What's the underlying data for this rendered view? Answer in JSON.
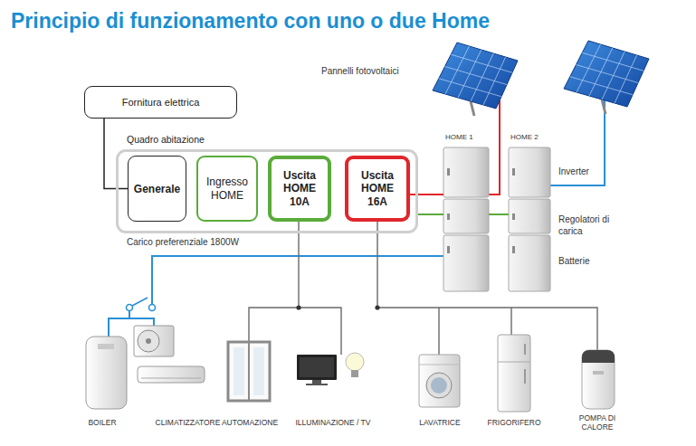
{
  "diagram": {
    "title": "Principio di funzionamento con uno o due Home",
    "nodes": [
      {
        "text": [
          "Fornitura elettrica"
        ]
      },
      {
        "text": [
          "Quadro abitazione"
        ]
      },
      {
        "text": [
          "Generale"
        ],
        "in": 1
      },
      {
        "text": [
          "Ingresso HOME"
        ],
        "in": 1
      },
      {
        "text": [
          "Uscita HOME 10A"
        ],
        "in": 1
      },
      {
        "text": [
          "Uscita HOME 16A"
        ],
        "in": 1
      },
      {
        "text": [
          "HOME 1"
        ]
      },
      {
        "text": [
          "HOME 2"
        ]
      }
    ],
    "edges": [
      {
        "from": 0,
        "to": 2,
        "arrow": "none"
      },
      {
        "from": 5,
        "to": 6,
        "arrow": "none"
      },
      {
        "from": 1,
        "to": 6,
        "arrow": "none"
      },
      {
        "from": 6,
        "to": 7,
        "arrow": "none"
      }
    ],
    "labels": [
      "Pannelli fotovoltaici",
      "Inverter",
      "Regolatori di carica",
      "Batterie",
      "Carico preferenziale 1800W",
      "BOILER",
      "CLIMATIZZATORE",
      "AUTOMAZIONE",
      "ILLUMINAZIONE / TV",
      "LAVATRICE",
      "FRIGORIFERO",
      "POMPA DI CALORE"
    ]
  }
}
